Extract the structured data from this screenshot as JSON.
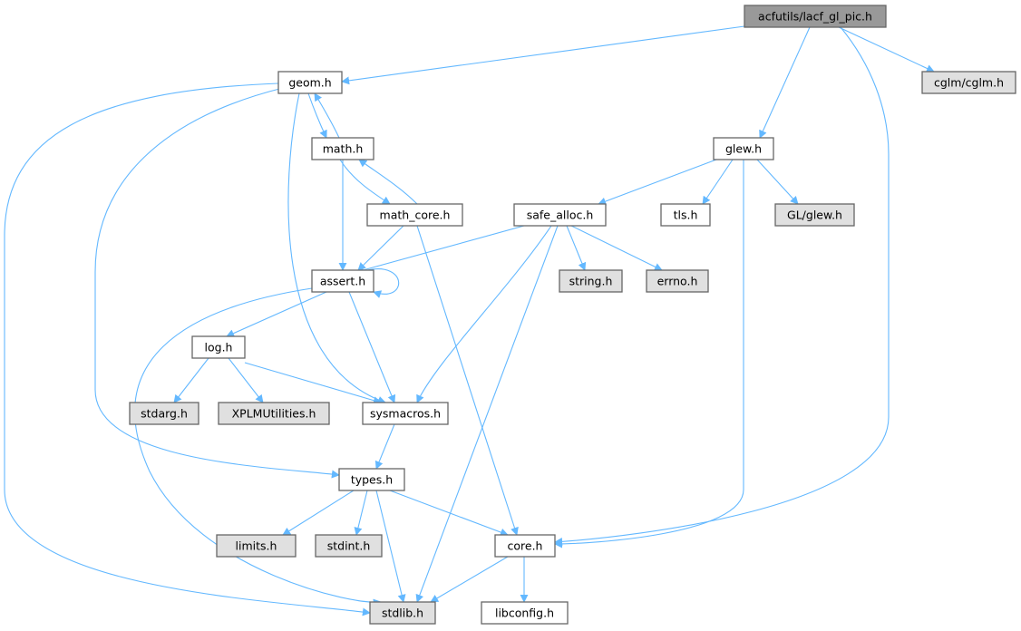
{
  "colors": {
    "root_fill": "#999999",
    "local_fill": "#ffffff",
    "external_fill": "#e0e0e0",
    "edge": "#63b8ff",
    "border": "#666666"
  },
  "nodes": [
    {
      "id": "root",
      "label": "acfutils/lacf_gl_pic.h",
      "kind": "root"
    },
    {
      "id": "geom",
      "label": "geom.h",
      "kind": "local"
    },
    {
      "id": "cglm",
      "label": "cglm/cglm.h",
      "kind": "external"
    },
    {
      "id": "math",
      "label": "math.h",
      "kind": "local"
    },
    {
      "id": "glew",
      "label": "glew.h",
      "kind": "local"
    },
    {
      "id": "math_core",
      "label": "math_core.h",
      "kind": "local"
    },
    {
      "id": "safe_alloc",
      "label": "safe_alloc.h",
      "kind": "local"
    },
    {
      "id": "tls",
      "label": "tls.h",
      "kind": "local"
    },
    {
      "id": "glglew",
      "label": "GL/glew.h",
      "kind": "external"
    },
    {
      "id": "assert",
      "label": "assert.h",
      "kind": "local"
    },
    {
      "id": "string",
      "label": "string.h",
      "kind": "external"
    },
    {
      "id": "errno",
      "label": "errno.h",
      "kind": "external"
    },
    {
      "id": "log",
      "label": "log.h",
      "kind": "local"
    },
    {
      "id": "stdarg",
      "label": "stdarg.h",
      "kind": "external"
    },
    {
      "id": "xplm",
      "label": "XPLMUtilities.h",
      "kind": "external"
    },
    {
      "id": "sysmacros",
      "label": "sysmacros.h",
      "kind": "local"
    },
    {
      "id": "types",
      "label": "types.h",
      "kind": "local"
    },
    {
      "id": "limits",
      "label": "limits.h",
      "kind": "external"
    },
    {
      "id": "stdint",
      "label": "stdint.h",
      "kind": "external"
    },
    {
      "id": "core",
      "label": "core.h",
      "kind": "local"
    },
    {
      "id": "stdlib",
      "label": "stdlib.h",
      "kind": "external"
    },
    {
      "id": "libconfig",
      "label": "libconfig.h",
      "kind": "local"
    }
  ],
  "edges": [
    {
      "from": "root",
      "to": "geom"
    },
    {
      "from": "root",
      "to": "glew"
    },
    {
      "from": "root",
      "to": "core"
    },
    {
      "from": "root",
      "to": "cglm"
    },
    {
      "from": "geom",
      "to": "math"
    },
    {
      "from": "math",
      "to": "geom"
    },
    {
      "from": "geom",
      "to": "stdlib"
    },
    {
      "from": "geom",
      "to": "types"
    },
    {
      "from": "geom",
      "to": "sysmacros"
    },
    {
      "from": "math",
      "to": "math_core"
    },
    {
      "from": "math_core",
      "to": "math"
    },
    {
      "from": "math",
      "to": "assert"
    },
    {
      "from": "math_core",
      "to": "assert"
    },
    {
      "from": "math_core",
      "to": "core"
    },
    {
      "from": "glew",
      "to": "safe_alloc"
    },
    {
      "from": "glew",
      "to": "tls"
    },
    {
      "from": "glew",
      "to": "glglew"
    },
    {
      "from": "glew",
      "to": "core"
    },
    {
      "from": "safe_alloc",
      "to": "assert"
    },
    {
      "from": "safe_alloc",
      "to": "string"
    },
    {
      "from": "safe_alloc",
      "to": "errno"
    },
    {
      "from": "safe_alloc",
      "to": "sysmacros"
    },
    {
      "from": "safe_alloc",
      "to": "stdlib"
    },
    {
      "from": "assert",
      "to": "assert"
    },
    {
      "from": "assert",
      "to": "log"
    },
    {
      "from": "assert",
      "to": "sysmacros"
    },
    {
      "from": "assert",
      "to": "stdlib"
    },
    {
      "from": "log",
      "to": "stdarg"
    },
    {
      "from": "log",
      "to": "xplm"
    },
    {
      "from": "log",
      "to": "sysmacros"
    },
    {
      "from": "sysmacros",
      "to": "types"
    },
    {
      "from": "types",
      "to": "limits"
    },
    {
      "from": "types",
      "to": "stdint"
    },
    {
      "from": "types",
      "to": "stdlib"
    },
    {
      "from": "types",
      "to": "core"
    },
    {
      "from": "core",
      "to": "stdlib"
    },
    {
      "from": "core",
      "to": "libconfig"
    }
  ]
}
